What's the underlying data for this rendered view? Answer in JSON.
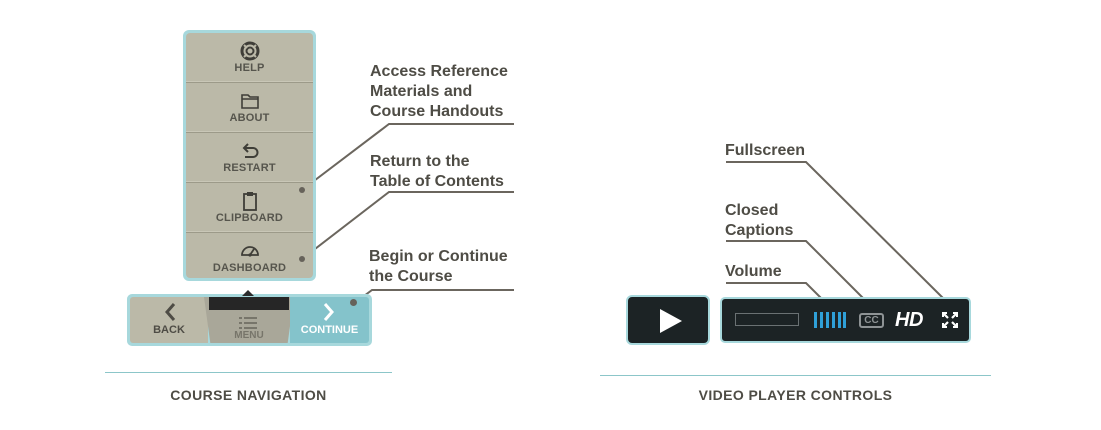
{
  "colors": {
    "accent_teal": "#a7d8dc",
    "menu_bg": "#bbb9a8",
    "continue_bg": "#84c3cb",
    "text_dark": "#4e4c45",
    "player_bg": "#1c2325",
    "volume_blue": "#2fa0d8",
    "leader_line": "#6b665e"
  },
  "course_navigation": {
    "section_title": "COURSE NAVIGATION",
    "menu_items": [
      {
        "label": "HELP",
        "icon": "lifebuoy-icon"
      },
      {
        "label": "ABOUT",
        "icon": "folder-icon"
      },
      {
        "label": "RESTART",
        "icon": "undo-arrow-icon"
      },
      {
        "label": "CLIPBOARD",
        "icon": "clipboard-icon"
      },
      {
        "label": "DASHBOARD",
        "icon": "gauge-icon"
      }
    ],
    "navbar": {
      "back_label": "BACK",
      "menu_label": "MENU",
      "continue_label": "CONTINUE"
    },
    "callouts": {
      "clipboard": [
        "Access Reference",
        "Materials and",
        "Course Handouts"
      ],
      "dashboard": [
        "Return to the",
        "Table of Contents"
      ],
      "continue": [
        "Begin or Continue",
        "the Course"
      ]
    }
  },
  "video_player": {
    "section_title": "VIDEO PLAYER CONTROLS",
    "cc_label": "CC",
    "hd_label": "HD",
    "callouts": {
      "fullscreen": "Fullscreen",
      "captions": [
        "Closed",
        "Captions"
      ],
      "volume": "Volume"
    }
  }
}
